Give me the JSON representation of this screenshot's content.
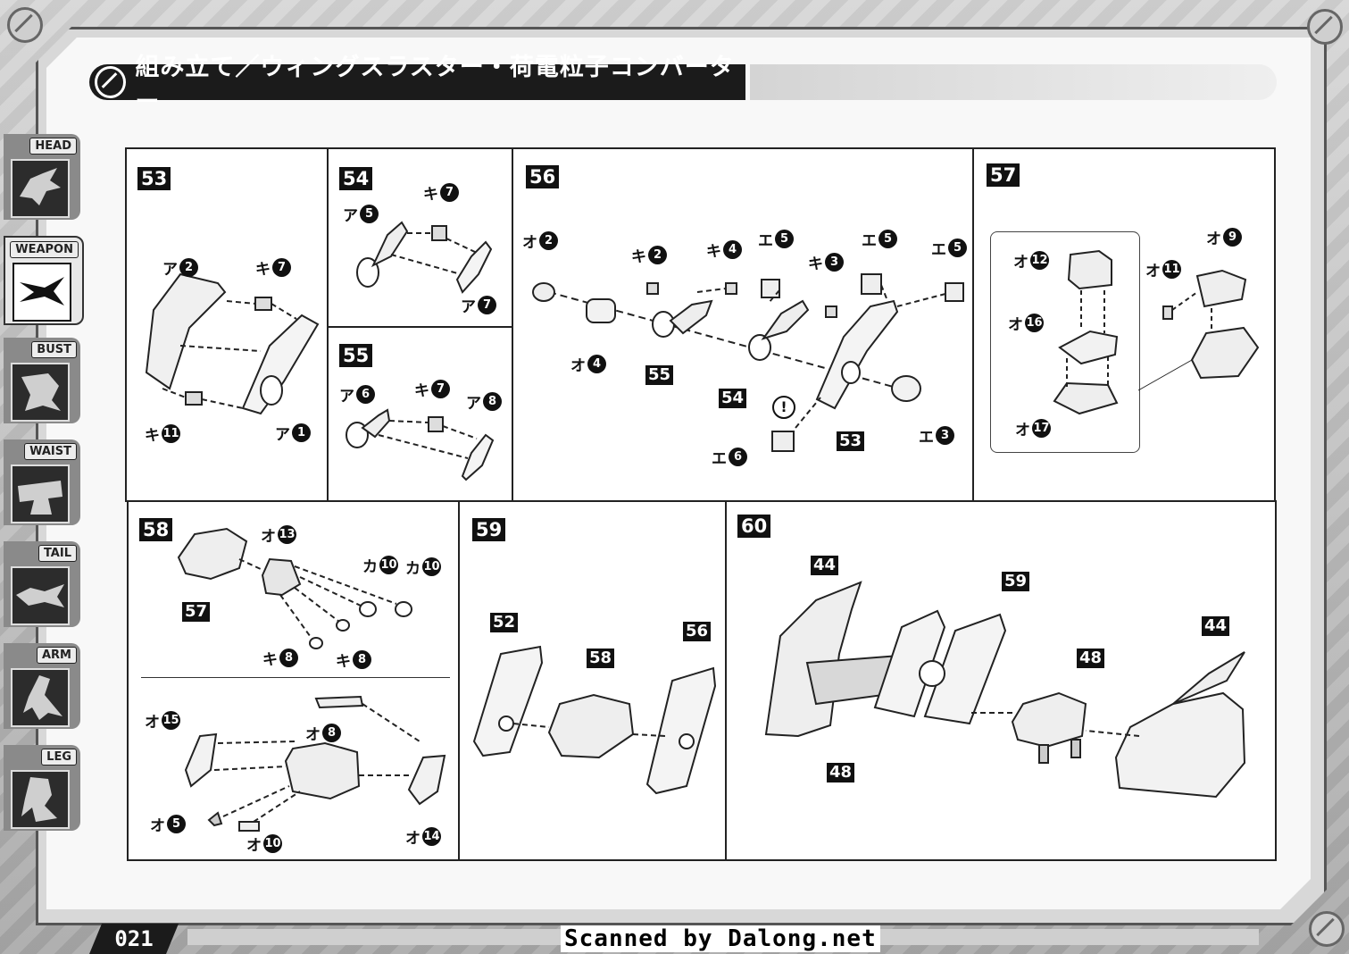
{
  "header": {
    "title": "組み立て／ウィングスラスター・荷電粒子コンバーター"
  },
  "side_tabs": [
    {
      "label": "HEAD",
      "icon": "dragon-head-icon",
      "active": false
    },
    {
      "label": "WEAPON",
      "icon": "claw-weapon-icon",
      "active": true
    },
    {
      "label": "BUST",
      "icon": "bust-icon",
      "active": false
    },
    {
      "label": "WAIST",
      "icon": "waist-icon",
      "active": false
    },
    {
      "label": "TAIL",
      "icon": "tail-icon",
      "active": false
    },
    {
      "label": "ARM",
      "icon": "arm-icon",
      "active": false
    },
    {
      "label": "LEG",
      "icon": "leg-icon",
      "active": false
    }
  ],
  "steps": {
    "s53": {
      "num": "53",
      "parts": [
        {
          "k": "ア",
          "n": "2"
        },
        {
          "k": "キ",
          "n": "7"
        },
        {
          "k": "キ",
          "n": "11"
        },
        {
          "k": "ア",
          "n": "1"
        }
      ]
    },
    "s54": {
      "num": "54",
      "parts": [
        {
          "k": "キ",
          "n": "7"
        },
        {
          "k": "ア",
          "n": "5"
        },
        {
          "k": "ア",
          "n": "7"
        }
      ]
    },
    "s55": {
      "num": "55",
      "parts": [
        {
          "k": "ア",
          "n": "6"
        },
        {
          "k": "キ",
          "n": "7"
        },
        {
          "k": "ア",
          "n": "8"
        }
      ]
    },
    "s56": {
      "num": "56",
      "parts": [
        {
          "k": "オ",
          "n": "2"
        },
        {
          "k": "キ",
          "n": "2"
        },
        {
          "k": "キ",
          "n": "4"
        },
        {
          "k": "エ",
          "n": "5"
        },
        {
          "k": "エ",
          "n": "5"
        },
        {
          "k": "エ",
          "n": "5"
        },
        {
          "k": "キ",
          "n": "3"
        },
        {
          "k": "オ",
          "n": "4"
        },
        {
          "k": "エ",
          "n": "6"
        },
        {
          "k": "エ",
          "n": "3"
        }
      ],
      "subs": [
        "55",
        "54",
        "53"
      ],
      "warn": "!"
    },
    "s57": {
      "num": "57",
      "parts": [
        {
          "k": "オ",
          "n": "12"
        },
        {
          "k": "オ",
          "n": "16"
        },
        {
          "k": "オ",
          "n": "17"
        },
        {
          "k": "オ",
          "n": "11"
        },
        {
          "k": "オ",
          "n": "9"
        }
      ]
    },
    "s58": {
      "num": "58",
      "parts": [
        {
          "k": "オ",
          "n": "13"
        },
        {
          "k": "カ",
          "n": "10"
        },
        {
          "k": "カ",
          "n": "10"
        },
        {
          "k": "キ",
          "n": "8"
        },
        {
          "k": "キ",
          "n": "8"
        },
        {
          "k": "オ",
          "n": "15"
        },
        {
          "k": "オ",
          "n": "8"
        },
        {
          "k": "オ",
          "n": "5"
        },
        {
          "k": "オ",
          "n": "10"
        },
        {
          "k": "オ",
          "n": "14"
        }
      ],
      "subs": [
        "57"
      ]
    },
    "s59": {
      "num": "59",
      "subs": [
        "52",
        "58",
        "56"
      ]
    },
    "s60": {
      "num": "60",
      "subs": [
        "44",
        "59",
        "48",
        "48",
        "44"
      ]
    }
  },
  "footer": {
    "page_number": "021",
    "credit": "Scanned by Dalong.net"
  }
}
